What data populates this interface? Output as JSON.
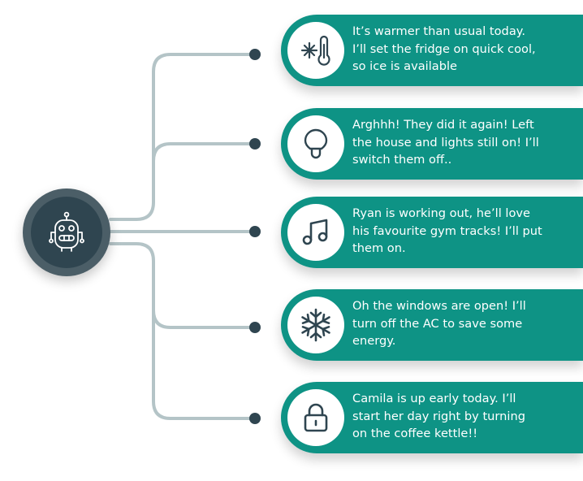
{
  "colors": {
    "card": "#0e9385",
    "hub_outer": "#4b5e67",
    "hub_inner": "#2f4550",
    "connector": "#b4c4c7",
    "icon": "#2f4550"
  },
  "hub": {
    "icon": "robot-icon"
  },
  "messages": [
    {
      "icon": "snowflake-thermometer-icon",
      "text": "It’s warmer than usual today.\nI’ll set the fridge on quick cool,\nso ice is available"
    },
    {
      "icon": "lightbulb-icon",
      "text": "Arghhh! They did it again! Left\nthe house and lights still on! I’ll\nswitch them off.."
    },
    {
      "icon": "music-note-icon",
      "text": "Ryan is working out, he’ll love\nhis favourite gym tracks! I’ll put\nthem on."
    },
    {
      "icon": "snowflake-icon",
      "text": "Oh the windows are open! I’ll\nturn off the AC to save some\nenergy."
    },
    {
      "icon": "lock-icon",
      "text": "Camila is up early today. I’ll\nstart her day right by turning\non the coffee kettle!!"
    }
  ]
}
